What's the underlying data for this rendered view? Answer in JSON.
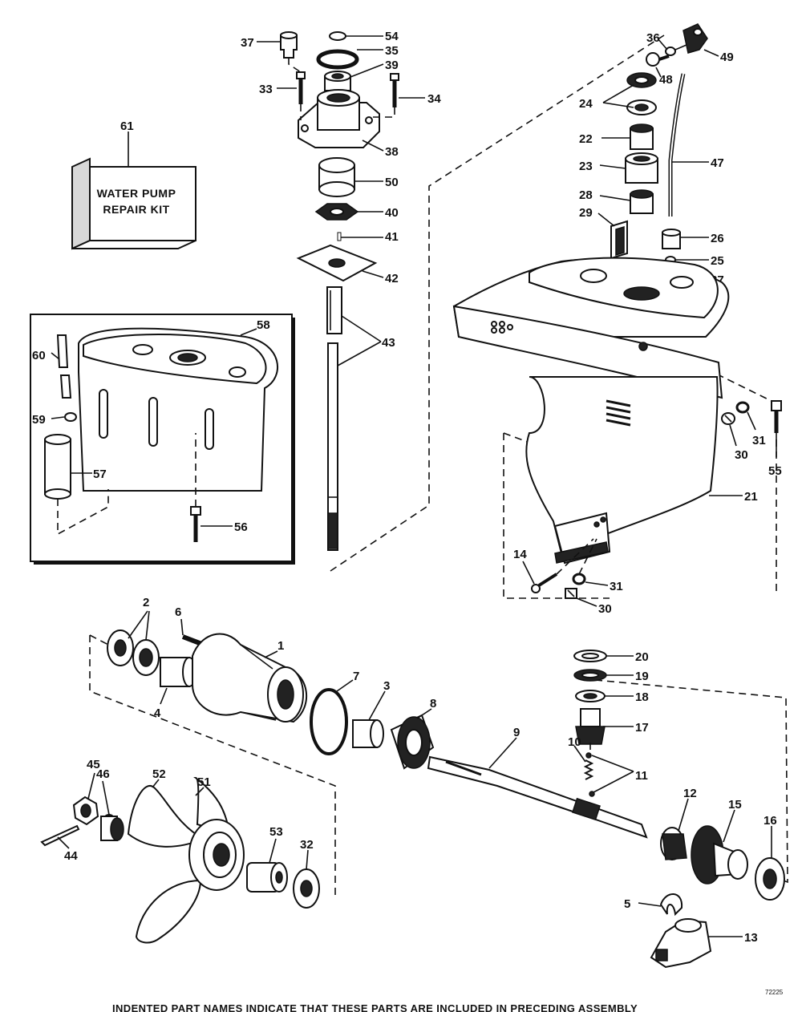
{
  "kit": {
    "line1": "WATER PUMP",
    "line2": "REPAIR KIT"
  },
  "drawing_code": "72225",
  "footer_note": "INDENTED PART NAMES INDICATE THAT THESE PARTS ARE INCLUDED IN PRECEDING ASSEMBLY",
  "labels": {
    "p1": "1",
    "p2": "2",
    "p3": "3",
    "p4": "4",
    "p5": "5",
    "p6": "6",
    "p7": "7",
    "p8": "8",
    "p9": "9",
    "p10": "10",
    "p11": "11",
    "p12": "12",
    "p13": "13",
    "p14": "14",
    "p15": "15",
    "p16": "16",
    "p17": "17",
    "p18": "18",
    "p19": "19",
    "p20": "20",
    "p21": "21",
    "p22": "22",
    "p23": "23",
    "p24": "24",
    "p25": "25",
    "p26": "26",
    "p27": "27",
    "p28": "28",
    "p29": "29",
    "p30a": "30",
    "p30b": "30",
    "p31a": "31",
    "p31b": "31",
    "p32": "32",
    "p33": "33",
    "p34": "34",
    "p35": "35",
    "p36": "36",
    "p37": "37",
    "p38": "38",
    "p39": "39",
    "p40": "40",
    "p41": "41",
    "p42": "42",
    "p43": "43",
    "p44": "44",
    "p45": "45",
    "p46": "46",
    "p47": "47",
    "p48": "48",
    "p49": "49",
    "p50": "50",
    "p51": "51",
    "p52": "52",
    "p53": "53",
    "p54": "54",
    "p55": "55",
    "p56": "56",
    "p57": "57",
    "p58": "58",
    "p59": "59",
    "p60": "60",
    "p61": "61"
  }
}
